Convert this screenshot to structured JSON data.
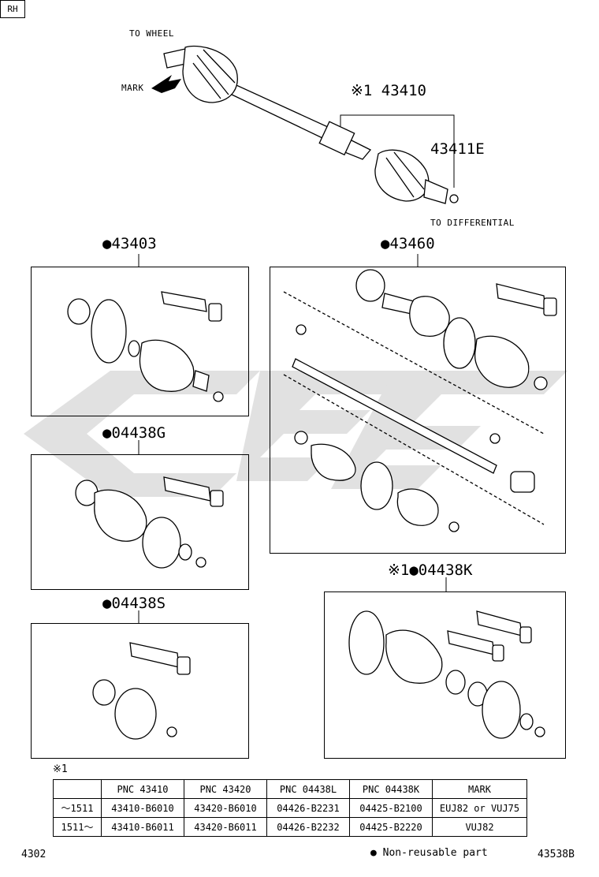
{
  "header": {
    "region": "RH"
  },
  "assembly": {
    "to_wheel": "TO WHEEL",
    "mark": "MARK",
    "part_43410": "※1 43410",
    "part_43411e": "43411E",
    "to_differential": "TO DIFFERENTIAL"
  },
  "kits": {
    "k43403": "●43403",
    "k43460": "●43460",
    "k04438g": "●04438G",
    "k04438s": "●04438S",
    "k04438k": "※1●04438K"
  },
  "table": {
    "note": "※1",
    "headers": [
      "",
      "PNC 43410",
      "PNC 43420",
      "PNC 04438L",
      "PNC 04438K",
      "MARK"
    ],
    "rows": [
      [
        "～1511",
        "43410-B6010",
        "43420-B6010",
        "04426-B2231",
        "04425-B2100",
        "EUJ82 or VUJ75"
      ],
      [
        "1511～",
        "43410-B6011",
        "43420-B6011",
        "04426-B2232",
        "04425-B2220",
        "VUJ82"
      ]
    ]
  },
  "footer": {
    "page": "4302",
    "legend": "● Non-reusable part",
    "figure_id": "43538B"
  },
  "colors": {
    "line": "#000000",
    "watermark": "#d9d9d9"
  }
}
